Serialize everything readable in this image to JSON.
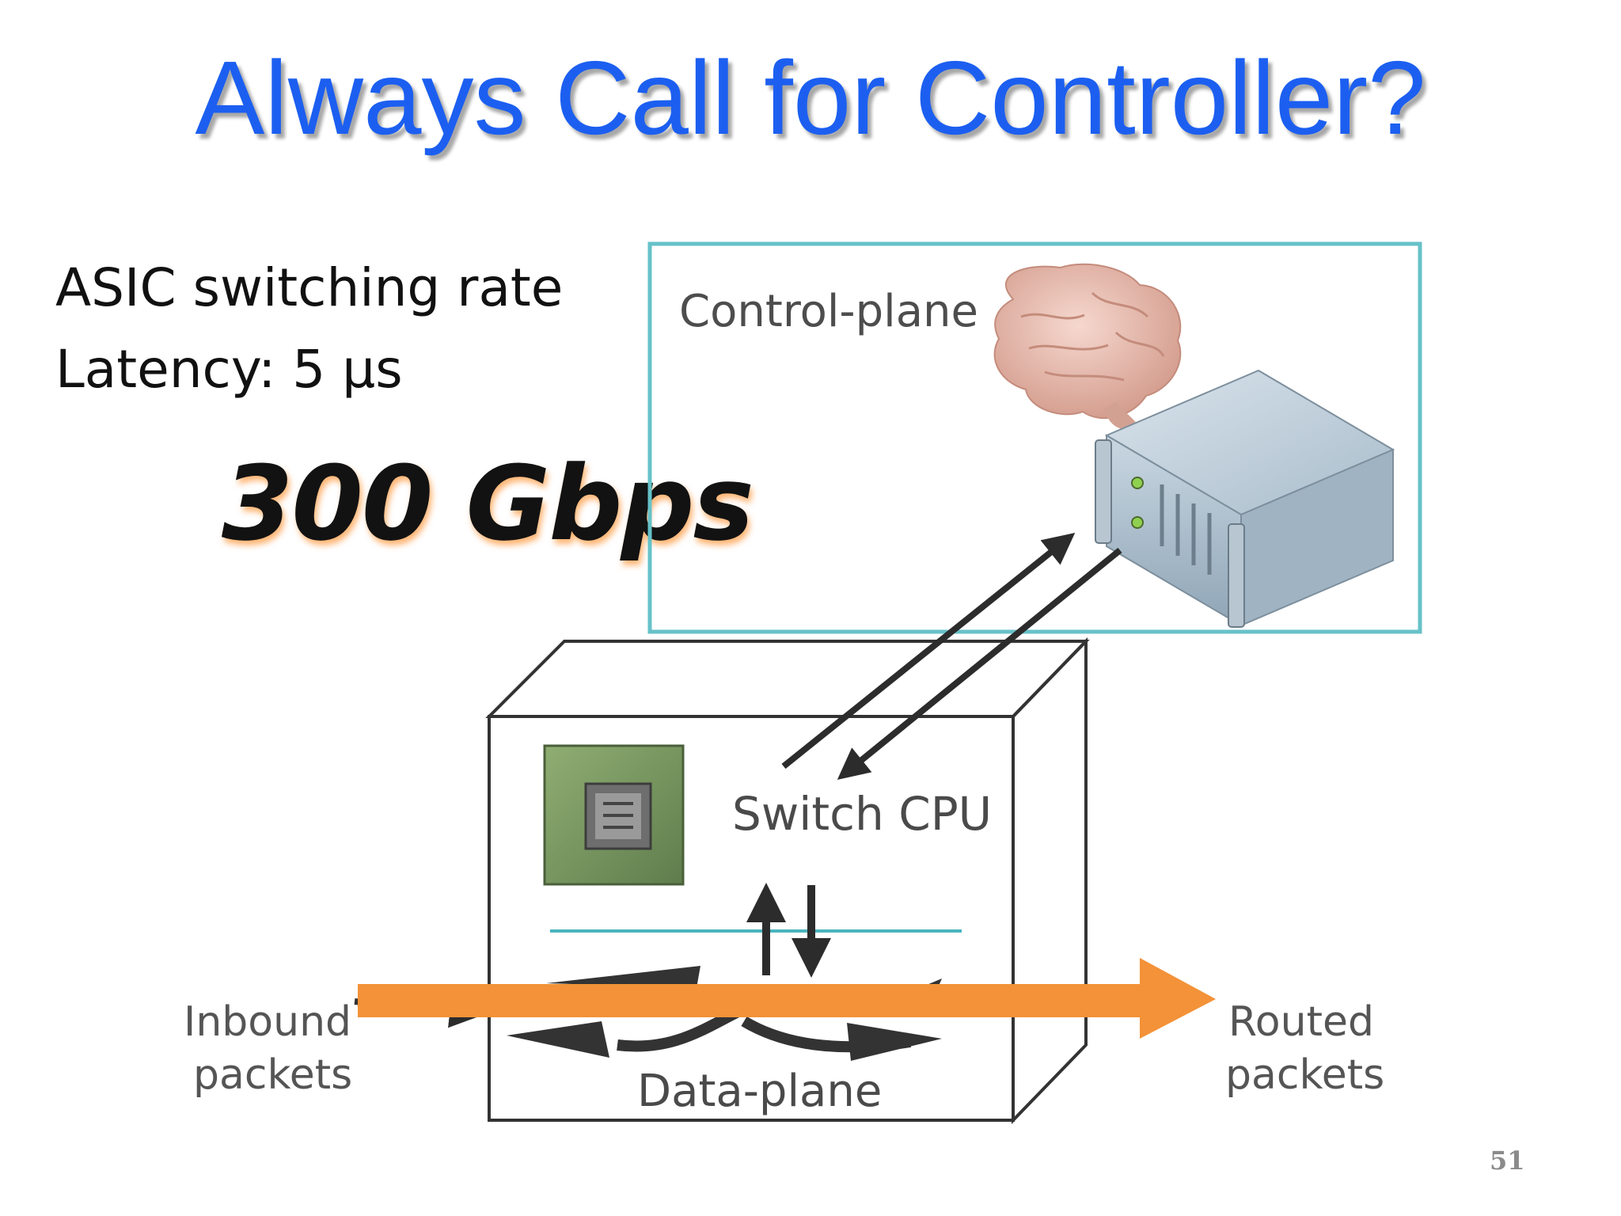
{
  "slide": {
    "title": "Always Call for Controller?",
    "line1": "ASIC switching rate",
    "line2": "Latency: 5 μs",
    "rate": "300 Gbps",
    "page_number": "51"
  },
  "diagram": {
    "control_plane_label": "Control-plane",
    "switch_cpu_label": "Switch CPU",
    "data_plane_label": "Data-plane",
    "inbound_line1": "Inbound",
    "inbound_line2": "packets",
    "routed_line1": "Routed",
    "routed_line2": "packets"
  },
  "colors": {
    "title": "#1c5ff0",
    "control_box_border": "#66c2c8",
    "packet_arrow": "#f39238",
    "separator": "#4ab5be"
  },
  "icons": [
    "brain-icon",
    "server-icon",
    "chip-icon"
  ]
}
